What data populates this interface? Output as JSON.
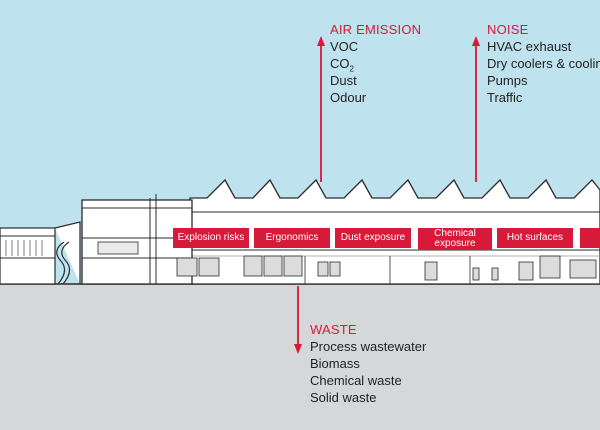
{
  "colors": {
    "sky": "#bfe2ef",
    "ground": "#d6d7d9",
    "accent_red": "#d7193a",
    "building_fill": "#ffffff",
    "building_line": "#2b2b2b"
  },
  "air_emission": {
    "heading": "AIR EMISSION",
    "items": [
      "VOC",
      "CO2",
      "Dust",
      "Odour"
    ],
    "co2": {
      "base": "CO",
      "sub": "2"
    }
  },
  "noise": {
    "heading": "NOISE",
    "items": [
      "HVAC exhaust",
      "Dry coolers & coolin",
      "Pumps",
      "Traffic"
    ]
  },
  "waste": {
    "heading": "WASTE",
    "items": [
      "Process wastewater",
      "Biomass",
      "Chemical waste",
      "Solid waste"
    ]
  },
  "hazard_labels": [
    "Explosion risks",
    "Ergonomics",
    "Dust exposure",
    "Chemical exposure",
    "Hot surfaces"
  ],
  "icons": {
    "up_arrow": "arrow-up-icon",
    "down_arrow": "arrow-down-icon"
  }
}
